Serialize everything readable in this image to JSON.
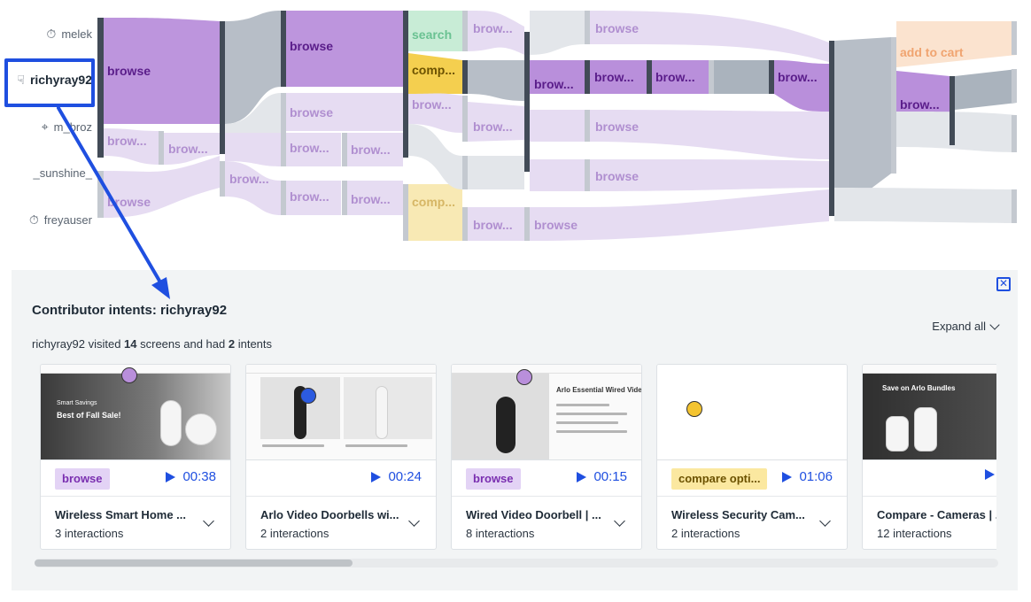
{
  "users": [
    {
      "name": "melek",
      "icon": "stopwatch-icon"
    },
    {
      "name": "richyray92",
      "icon": "cursor-hand-icon",
      "selected": true
    },
    {
      "name": "m_broz",
      "icon": "pointer-icon"
    },
    {
      "name": "_sunshine_",
      "icon": ""
    },
    {
      "name": "freyauser",
      "icon": "stopwatch-icon"
    }
  ],
  "flow": {
    "labels": {
      "browse": "browse",
      "browse_trunc": "brow...",
      "search": "search",
      "compare_trunc": "comp...",
      "add_to_cart": "add to cart"
    },
    "colors": {
      "browse_dark": "#b98fdb",
      "browse_light": "#e6dcf2",
      "gray_dark": "#aab3bd",
      "gray_light": "#e3e6ea",
      "search": "#c8ecd6",
      "compare_dark": "#f4cf4f",
      "compare_light": "#f8e9b4",
      "cart": "#fbe3cf",
      "node_bar": "#424b57",
      "node_bar_light": "#c4c9d0"
    }
  },
  "panel": {
    "title_prefix": "Contributor intents: ",
    "title_user": "richyray92",
    "summary": {
      "user": "richyray92",
      "visited": " visited ",
      "screens_count": "14",
      "screens_text": " screens and had ",
      "intents_count": "2",
      "intents_text": " intents"
    },
    "expand_all": "Expand all",
    "close_icon": "close-icon"
  },
  "cards": [
    {
      "tag": "browse",
      "tag_type": "browse",
      "time": "00:38",
      "title": "Wireless Smart Home ...",
      "interactions": "3 interactions",
      "dot_color": "#b98fdb",
      "hero_text": "Best of Fall Sale!",
      "hero_small": "Smart Savings"
    },
    {
      "tag": "",
      "tag_type": "",
      "time": "00:24",
      "title": "Arlo Video Doorbells wi...",
      "interactions": "2 interactions",
      "dot_color": "#2c5be0",
      "hero_text": "",
      "hero_small": ""
    },
    {
      "tag": "browse",
      "tag_type": "browse",
      "time": "00:15",
      "title": "Wired Video Doorbell | ...",
      "interactions": "8 interactions",
      "dot_color": "#b98fdb",
      "hero_text": "",
      "hero_small": "Arlo Essential Wired Video Doorbell"
    },
    {
      "tag": "compare opti...",
      "tag_type": "compare",
      "time": "01:06",
      "title": "Wireless Security Cam...",
      "interactions": "2 interactions",
      "dot_color": "#f4c430",
      "hero_text": "",
      "hero_small": ""
    },
    {
      "tag": "",
      "tag_type": "",
      "time": "",
      "title": "Compare - Cameras | ...",
      "interactions": "12 interactions",
      "dot_color": "",
      "hero_text": "",
      "hero_small": "Save on Arlo Bundles"
    }
  ],
  "scroll_progress": 0.33
}
